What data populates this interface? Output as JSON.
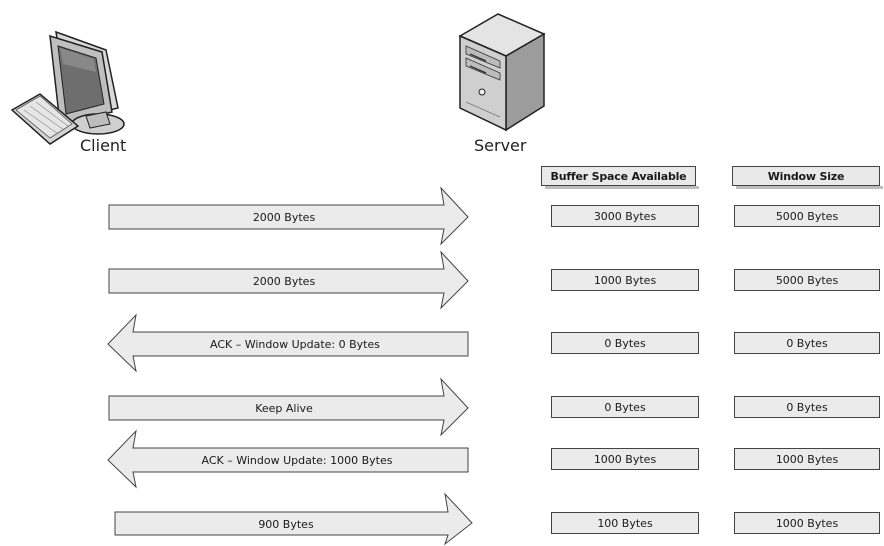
{
  "nodes": {
    "client_label": "Client",
    "server_label": "Server"
  },
  "headers": {
    "buffer": "Buffer Space Available",
    "window": "Window Size"
  },
  "rows": [
    {
      "message": "2000 Bytes",
      "direction": "right",
      "buffer": "3000 Bytes",
      "window": "5000 Bytes"
    },
    {
      "message": "2000 Bytes",
      "direction": "right",
      "buffer": "1000 Bytes",
      "window": "5000 Bytes"
    },
    {
      "message": "ACK – Window Update: 0 Bytes",
      "direction": "left",
      "buffer": "0 Bytes",
      "window": "0 Bytes"
    },
    {
      "message": "Keep Alive",
      "direction": "right",
      "buffer": "0 Bytes",
      "window": "0 Bytes"
    },
    {
      "message": "ACK – Window Update: 1000 Bytes",
      "direction": "left",
      "buffer": "1000 Bytes",
      "window": "1000 Bytes"
    },
    {
      "message": "900 Bytes",
      "direction": "right",
      "buffer": "100 Bytes",
      "window": "1000 Bytes"
    }
  ],
  "icons": {
    "client": "desktop-computer-icon",
    "server": "server-tower-icon"
  },
  "colors": {
    "fill": "#ebebeb",
    "stroke": "#444444"
  }
}
